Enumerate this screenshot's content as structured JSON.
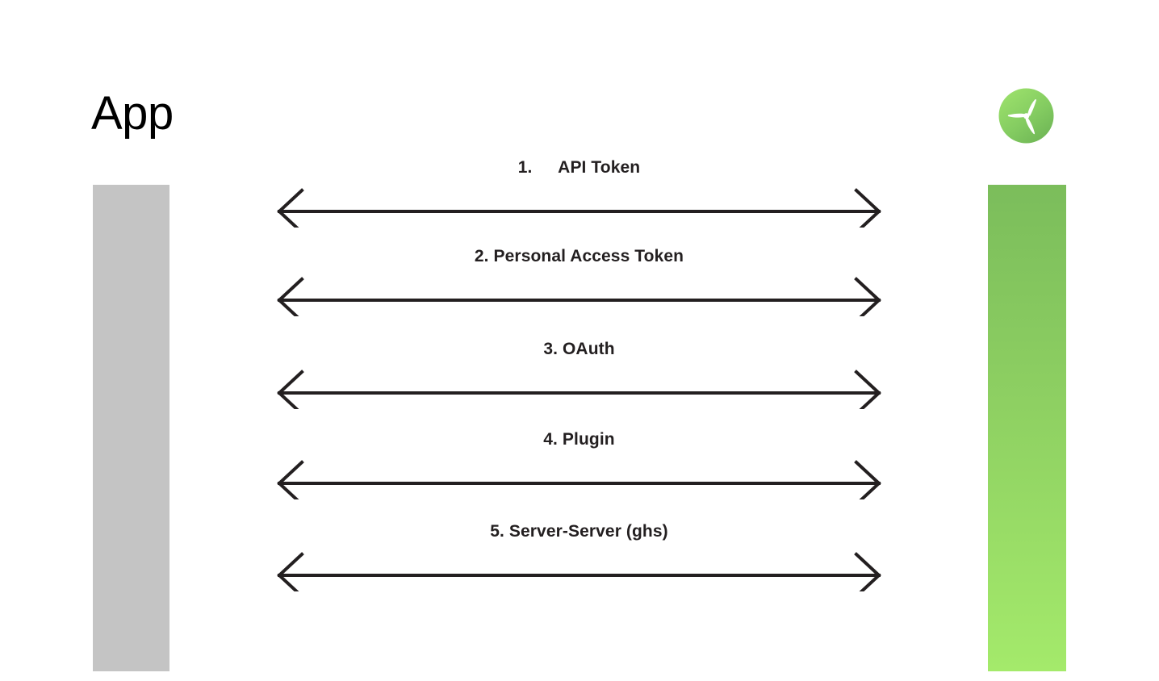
{
  "diagram": {
    "type": "sequence-diagram",
    "background_color": "#ffffff",
    "left_actor": {
      "title": "App",
      "lifeline_color": "#c4c4c4"
    },
    "right_actor": {
      "title": "",
      "logo_icon": "propeller-logo-icon",
      "logo_colors": {
        "circle_gradient_start": "#9be06b",
        "circle_gradient_end": "#74bd5a",
        "blades": "#ffffff"
      },
      "lifeline_gradient_top": "#7bbd5b",
      "lifeline_gradient_bottom": "#a4ea6b"
    },
    "messages": [
      {
        "number": "1.",
        "label": "1.  API Token",
        "direction": "bidirectional"
      },
      {
        "number": "2.",
        "label": "2. Personal Access Token",
        "direction": "bidirectional"
      },
      {
        "number": "3.",
        "label": "3. OAuth",
        "direction": "bidirectional"
      },
      {
        "number": "4.",
        "label": "4. Plugin",
        "direction": "bidirectional"
      },
      {
        "number": "5.",
        "label": "5. Server-Server (ghs)",
        "direction": "bidirectional"
      }
    ],
    "arrow_color": "#231f20",
    "text_color": "#231f20"
  }
}
